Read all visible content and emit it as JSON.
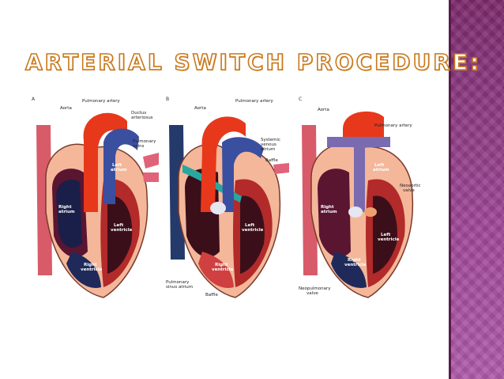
{
  "slide": {
    "title": "ARTERIAL SWITCH PROCEDURE:",
    "accent_color": "#8e3c83",
    "title_outline_color": "#c8781c"
  },
  "figure": {
    "panels": [
      {
        "letter": "A",
        "labels": {
          "aorta": "Aorta",
          "pulmonary_artery": "Pulmonary artery",
          "ductus": "Ductus",
          "arteriosus": "arteriosus",
          "pulmonary": "Pulmonary",
          "veins": "veins",
          "left": "Left",
          "atrium": "atrium",
          "right": "Right",
          "ratrium": "atrium",
          "lv_left": "Left",
          "ventricle": "ventricle",
          "rv_right": "Right",
          "rventricle": "ventricle"
        }
      },
      {
        "letter": "B",
        "labels": {
          "aorta": "Aorta",
          "pulmonary_artery": "Pulmonary artery",
          "systemic": "Systemic",
          "venous": "venous",
          "atrium": "atrium",
          "baffle": "Baffle",
          "left": "Left",
          "ventricle": "ventricle",
          "right": "Right",
          "rventricle": "ventricle",
          "pulmonary": "Pulmonary",
          "sinus_atrium": "sinus atrium",
          "baffle2": "Baffle"
        }
      },
      {
        "letter": "C",
        "labels": {
          "aorta": "Aorta",
          "pulmonary_artery": "Pulmonary artery",
          "left": "Left",
          "atrium": "atrium",
          "neoaortic": "Neoaortic",
          "valve": "valve",
          "right": "Right",
          "ratrium": "atrium",
          "lv_left": "Left",
          "ventricle": "ventricle",
          "rv_right": "Right",
          "rventricle": "ventricle",
          "neopulmonary": "Neopulmonary",
          "npvalve": "valve"
        }
      }
    ]
  }
}
